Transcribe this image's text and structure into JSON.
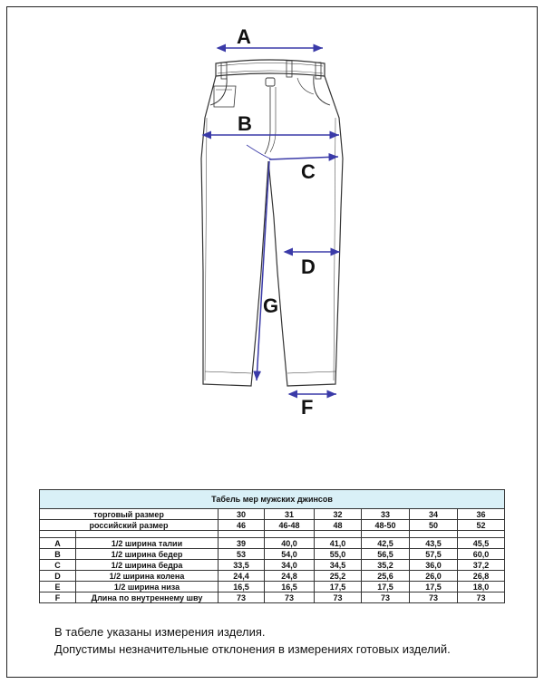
{
  "diagram": {
    "labels": {
      "A": "A",
      "B": "B",
      "C": "C",
      "D": "D",
      "F": "F",
      "G": "G"
    }
  },
  "table": {
    "title": "Табель мер мужских джинсов",
    "header_rows": [
      {
        "label": "торговый размер",
        "values": [
          "30",
          "31",
          "32",
          "33",
          "34",
          "36"
        ]
      },
      {
        "label": "российский размер",
        "values": [
          "46",
          "46-48",
          "48",
          "48-50",
          "50",
          "52"
        ]
      }
    ],
    "rows": [
      {
        "code": "A",
        "name": "1/2 ширина талии",
        "values": [
          "39",
          "40,0",
          "41,0",
          "42,5",
          "43,5",
          "45,5"
        ]
      },
      {
        "code": "B",
        "name": "1/2 ширина бедер",
        "values": [
          "53",
          "54,0",
          "55,0",
          "56,5",
          "57,5",
          "60,0"
        ]
      },
      {
        "code": "C",
        "name": "1/2 ширина бедра",
        "values": [
          "33,5",
          "34,0",
          "34,5",
          "35,2",
          "36,0",
          "37,2"
        ]
      },
      {
        "code": "D",
        "name": "1/2 ширина колена",
        "values": [
          "24,4",
          "24,8",
          "25,2",
          "25,6",
          "26,0",
          "26,8"
        ]
      },
      {
        "code": "E",
        "name": "1/2 ширина низа",
        "values": [
          "16,5",
          "16,5",
          "17,5",
          "17,5",
          "17,5",
          "18,0"
        ]
      },
      {
        "code": "F",
        "name": "Длина по внутреннему шву",
        "values": [
          "73",
          "73",
          "73",
          "73",
          "73",
          "73"
        ]
      }
    ]
  },
  "notes": [
    "В табеле указаны измерения изделия.",
    "Допустимы незначительные отклонения в измерениях готовых изделий."
  ]
}
